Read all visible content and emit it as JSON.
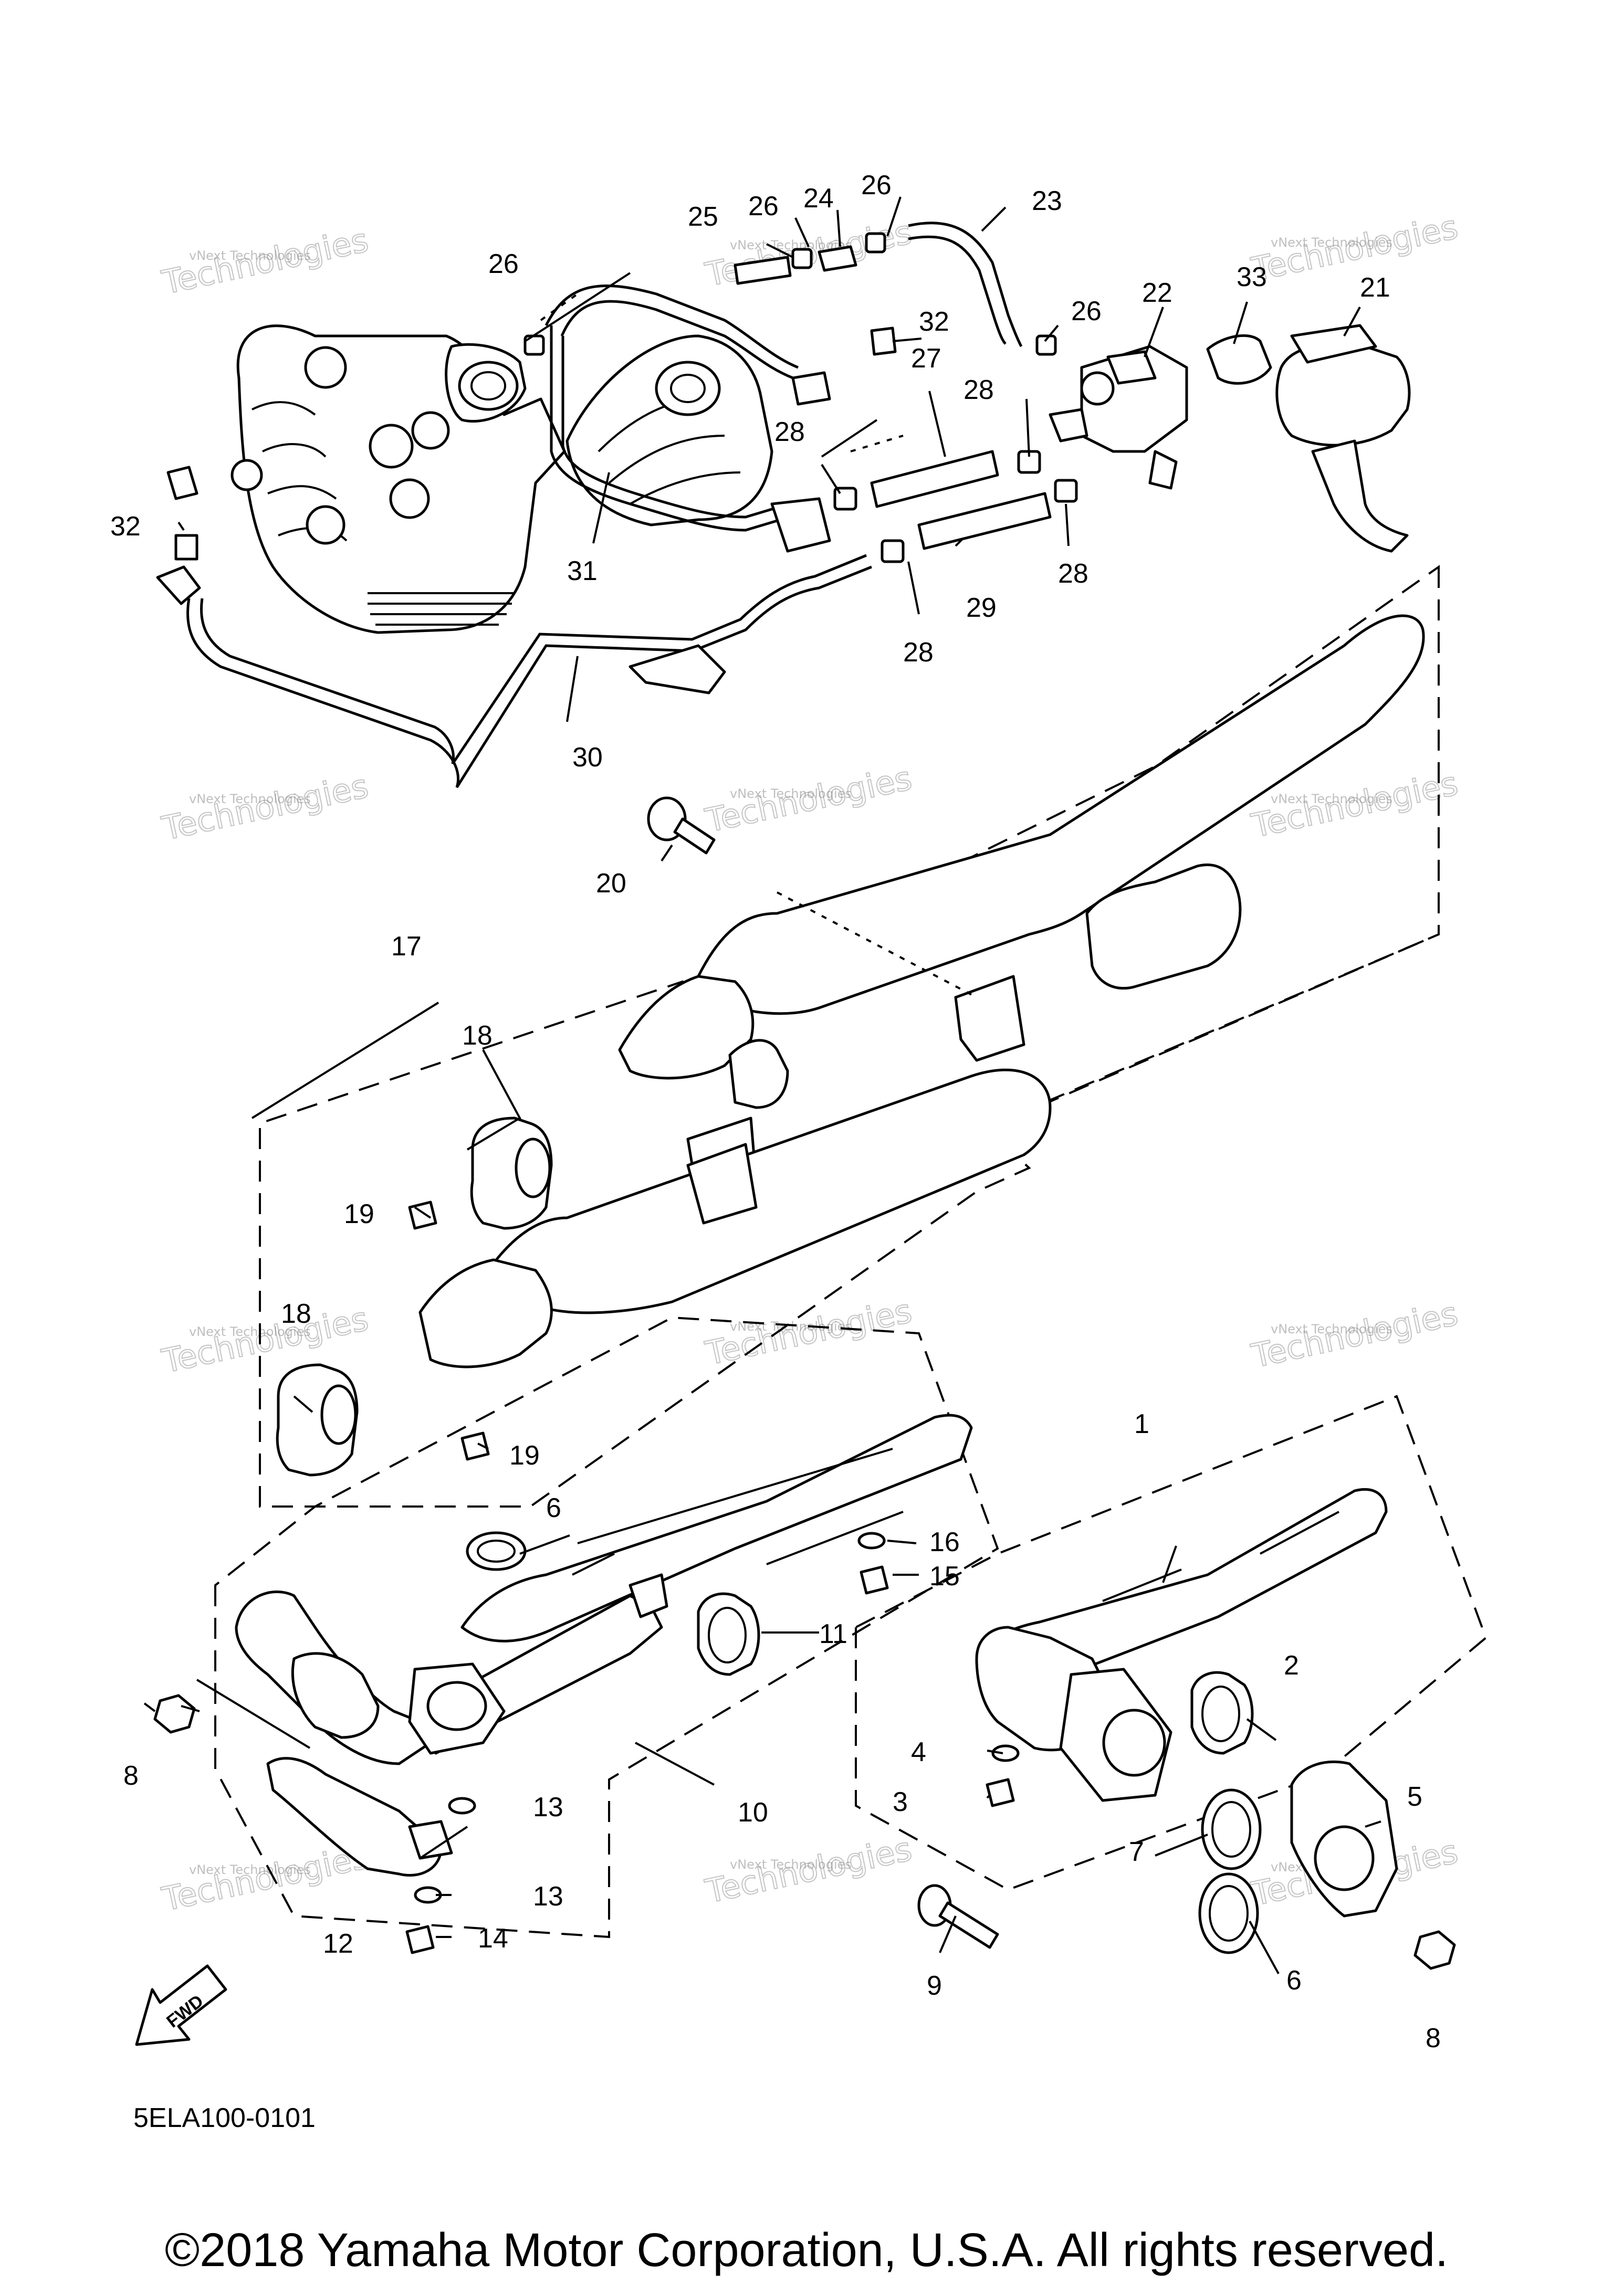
{
  "watermark": {
    "small": "vNext Technologies",
    "big": "Technologies"
  },
  "fwd_label": "FWD",
  "diagram_code": "5ELA100-0101",
  "copyright": "©2018 Yamaha Motor Corporation, U.S.A. All rights reserved.",
  "callouts": {
    "n1": "1",
    "n2": "2",
    "n3": "3",
    "n4": "4",
    "n5": "5",
    "n6": "6",
    "n7": "7",
    "n8": "8",
    "n9": "9",
    "n10": "10",
    "n11": "11",
    "n12": "12",
    "n13": "13",
    "n14": "14",
    "n15": "15",
    "n16": "16",
    "n17": "17",
    "n18": "18",
    "n19": "19",
    "n20": "20",
    "n21": "21",
    "n22": "22",
    "n23": "23",
    "n24": "24",
    "n25": "25",
    "n26": "26",
    "n27": "27",
    "n28": "28",
    "n29": "29",
    "n30": "30",
    "n31": "31",
    "n32": "32",
    "n33": "33"
  }
}
